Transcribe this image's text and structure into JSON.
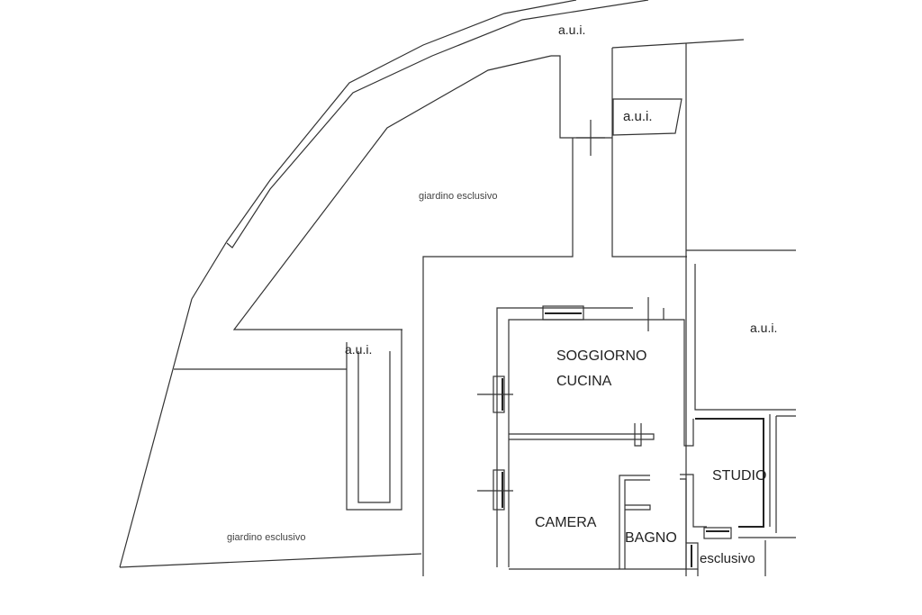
{
  "labels": {
    "aui_top": "a.u.i.",
    "aui_box": "a.u.i.",
    "aui_right": "a.u.i.",
    "aui_left": "a.u.i.",
    "giardino_top": "giardino esclusivo",
    "giardino_bottom": "giardino esclusivo",
    "soggiorno": "SOGGIORNO",
    "cucina": "CUCINA",
    "camera": "CAMERA",
    "studio": "STUDIO",
    "bagno": "BAGNO",
    "esclusivo": "esclusivo"
  }
}
